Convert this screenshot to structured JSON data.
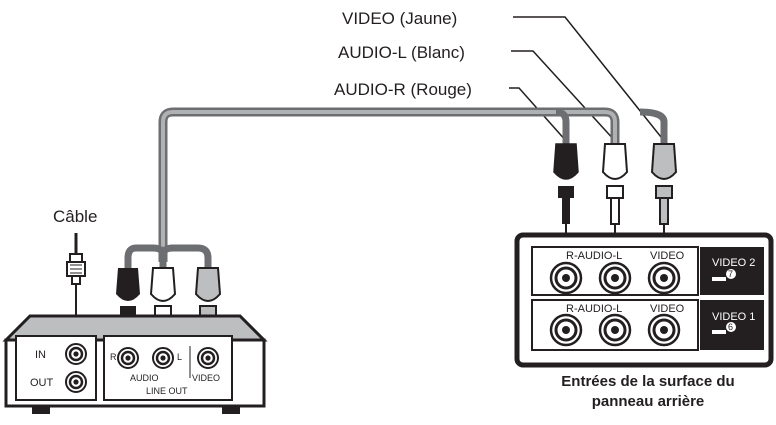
{
  "labels": {
    "video_cable": "VIDEO (Jaune)",
    "audio_l_cable": "AUDIO-L (Blanc)",
    "audio_r_cable": "AUDIO-R (Rouge)",
    "cable": "Câble"
  },
  "vcr": {
    "in": "IN",
    "out": "OUT",
    "r": "R",
    "l": "L",
    "audio": "AUDIO",
    "video": "VIDEO",
    "line_out": "LINE OUT"
  },
  "tv_panel": {
    "row1": {
      "r_audio_l": "R-AUDIO-L",
      "video": "VIDEO",
      "badge": "VIDEO 2",
      "badge_num": "7"
    },
    "row2": {
      "r_audio_l": "R-AUDIO-L",
      "video": "VIDEO",
      "badge": "VIDEO 1",
      "badge_num": "6"
    },
    "caption_line1": "Entrées de la surface du",
    "caption_line2": "panneau arrière"
  },
  "icons": [
    "rca-jack-icon",
    "coax-jack-icon",
    "rca-plug-icon",
    "coax-plug-icon",
    "arrow-down-icon"
  ]
}
